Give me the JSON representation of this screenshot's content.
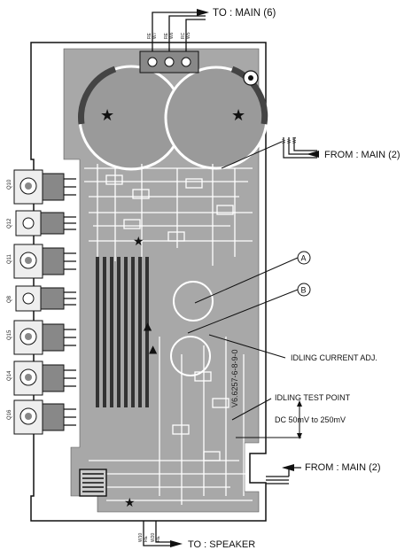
{
  "labels": {
    "to_main": "TO : MAIN (6)",
    "from_main_top": "FROM : MAIN (2)",
    "callout_a": "A",
    "callout_b": "B",
    "idling_adj": "IDLING CURRENT ADJ.",
    "idling_test_point": "IDLING TEST POINT",
    "dc_range": "DC 50mV to 250mV",
    "from_main_bottom": "FROM : MAIN (2)",
    "to_speaker": "TO : SPEAKER"
  },
  "connector_top": [
    "RE",
    "W7",
    "RE",
    "W6",
    "RC",
    "W5"
  ],
  "connector_right": [
    "W",
    "W",
    "W1"
  ],
  "connector_bottom": [
    "W10",
    "RE",
    "W20",
    "RE"
  ],
  "transistor_labels": [
    "Q10",
    "Q12",
    "Q11",
    "Q8",
    "Q15",
    "Q14",
    "Q16"
  ],
  "board_serial": "V6.6257-6-8-9-0",
  "colors": {
    "board": "#a8a8a8",
    "trace": "#ffffff",
    "ink": "#111111"
  }
}
